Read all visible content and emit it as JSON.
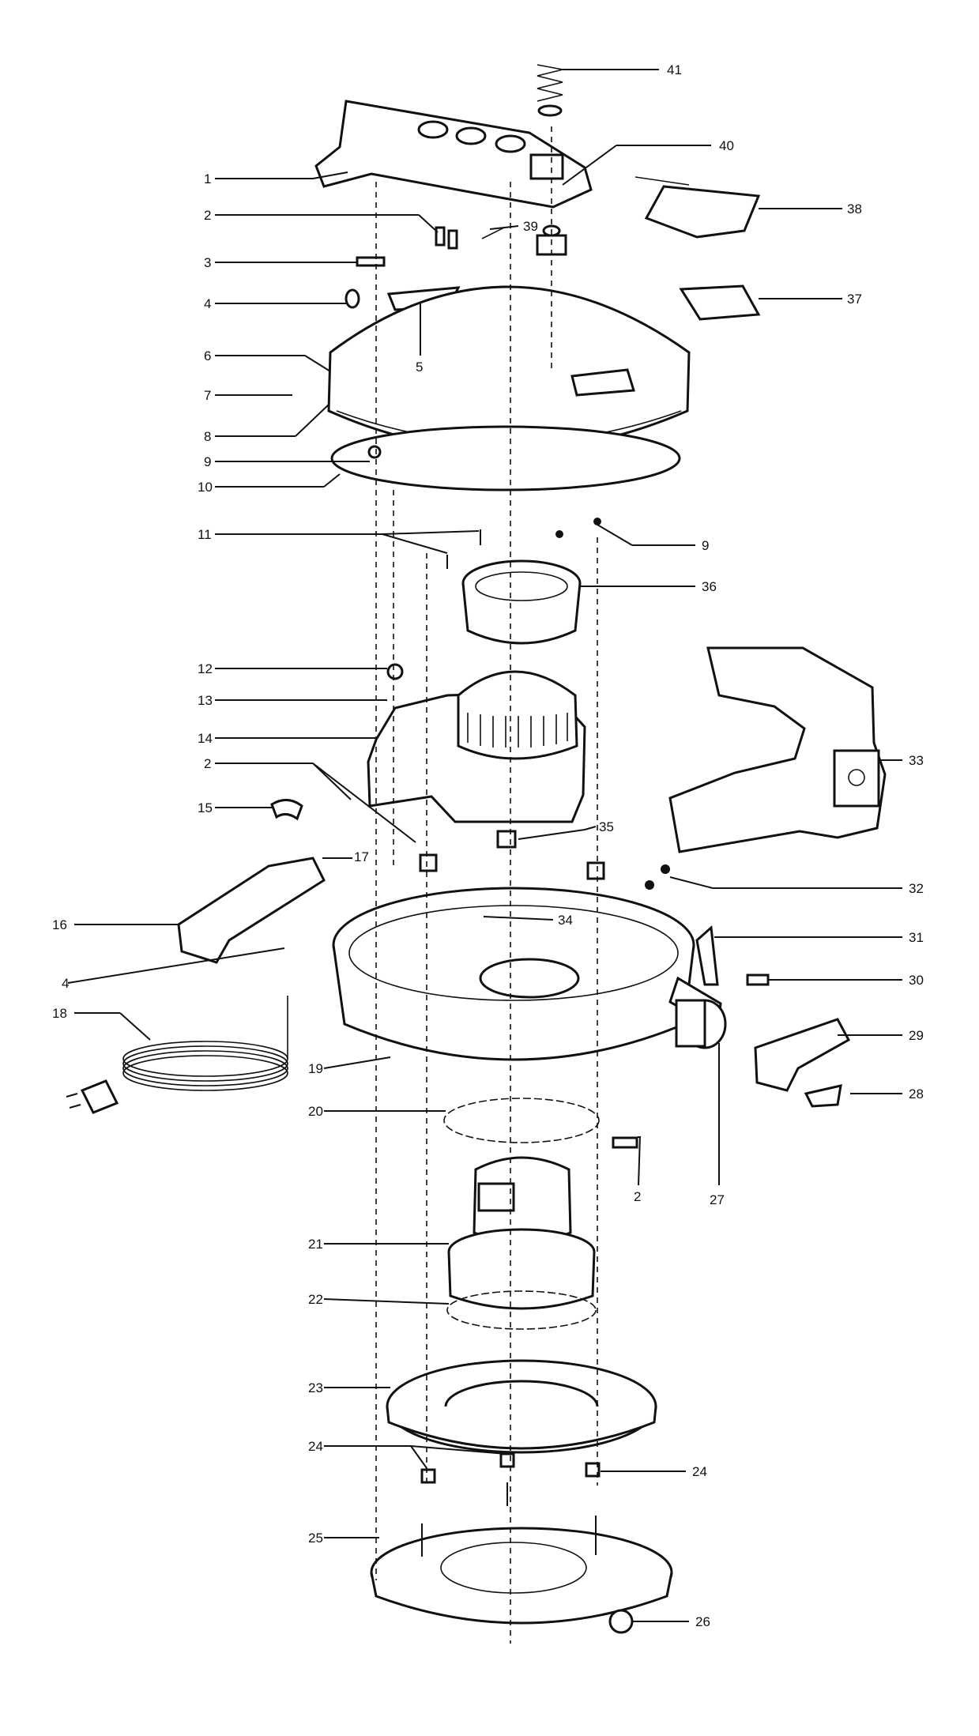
{
  "callouts": [
    "1",
    "2",
    "3",
    "4",
    "5",
    "6",
    "7",
    "8",
    "9",
    "10",
    "11",
    "12",
    "13",
    "14",
    "15",
    "16",
    "17",
    "18",
    "19",
    "20",
    "21",
    "22",
    "23",
    "24",
    "25",
    "26",
    "27",
    "28",
    "29",
    "30",
    "31",
    "32",
    "33",
    "34",
    "35",
    "36",
    "37",
    "38",
    "39",
    "40",
    "41"
  ],
  "duplicate_callouts": {
    "label_2": "2",
    "label_4": "4",
    "label_9": "9",
    "label_24": "24"
  }
}
